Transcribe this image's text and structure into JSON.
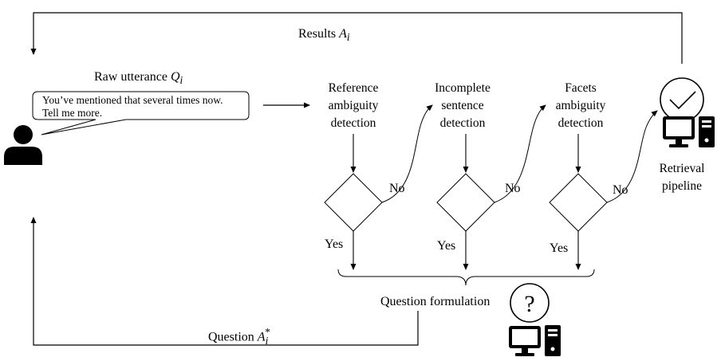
{
  "feedback": {
    "results_label": "Results",
    "results_var": "A",
    "results_sub": "i",
    "question_label": "Question",
    "question_var": "A",
    "question_sub": "i",
    "question_sup": "*"
  },
  "user": {
    "raw_label": "Raw utterance",
    "raw_var": "Q",
    "raw_sub": "i",
    "bubble_line1": "You’ve mentioned that several times now.",
    "bubble_line2": "Tell me more."
  },
  "steps": [
    {
      "line1": "Reference",
      "line2": "ambiguity",
      "line3": "detection",
      "no": "No",
      "yes": "Yes"
    },
    {
      "line1": "Incomplete",
      "line2": "sentence",
      "line3": "detection",
      "no": "No",
      "yes": "Yes"
    },
    {
      "line1": "Facets",
      "line2": "ambiguity",
      "line3": "detection",
      "no": "No",
      "yes": "Yes"
    }
  ],
  "retrieval": {
    "line1": "Retrieval",
    "line2": "pipeline"
  },
  "formulation": {
    "label": "Question formulation"
  },
  "icons": {
    "user": "person-icon",
    "retrieval": "computer-check-icon",
    "formulation": "computer-question-icon"
  }
}
